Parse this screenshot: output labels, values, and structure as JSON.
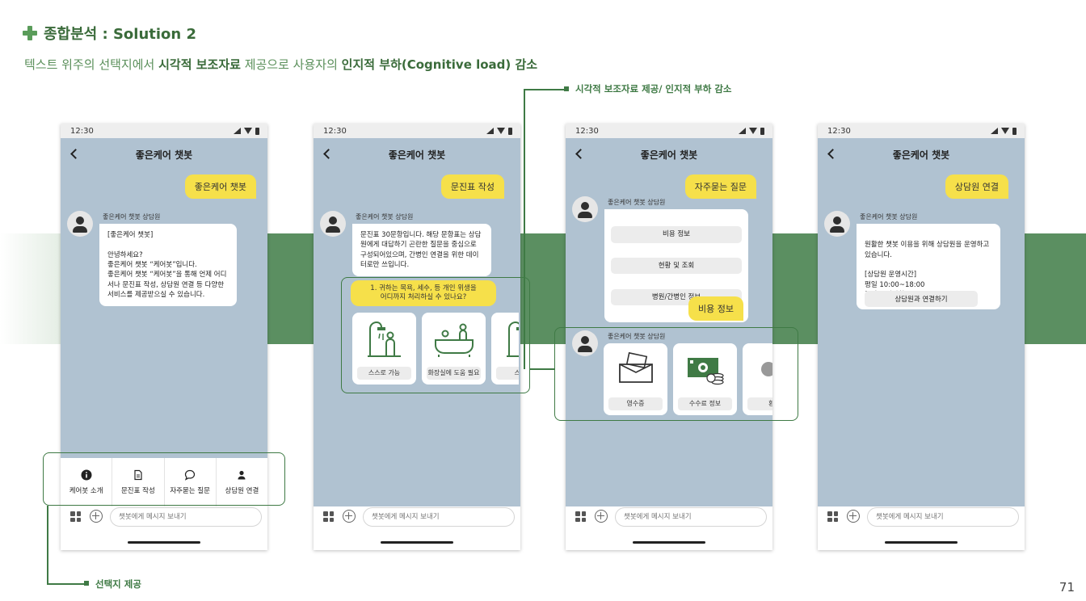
{
  "slide": {
    "title": "종합분석 : Solution 2",
    "subtitle_pre": "텍스트 위주의 선택지에서 ",
    "subtitle_b1": "시각적 보조자료",
    "subtitle_mid": " 제공으로 사용자의 ",
    "subtitle_b2": "인지적 부하",
    "subtitle_b2b": "(Cognitive load) 감소",
    "callout_top": "시각적 보조자료 제공/ 인지적 부하 감소",
    "callout_bottom": "선택지 제공",
    "page_number": "71"
  },
  "common": {
    "time": "12:30",
    "chat_title": "좋은케어 챗봇",
    "agent_name": "좋은케어 챗봇 상담원",
    "input_placeholder": "챗봇에게 메시지 보내기"
  },
  "phone1": {
    "user_msg": "좋은케어 챗봇",
    "bot_msg": "[좋은케어 챗봇]\n\n안녕하세요?\n좋은케어 챗봇 “케어봇”입니다.\n좋은케어 챗봇 “케어봇”을 통해 언제 어디서나 문진표 작성, 상담원 연결 등 다양한 서비스를 제공받으실 수 있습니다.",
    "menu": [
      "케어봇 소개",
      "문진표 작성",
      "자주묻는 질문",
      "상담원 연결"
    ]
  },
  "phone2": {
    "user_msg": "문진표 작성",
    "bot_msg": "문진표 30문항입니다. 해당 문항표는 상담원에게 대답하기 곤란한 질문을 중심으로 구성되어있으며, 간병인 연결을 위한 데이터로만 쓰입니다.",
    "question": "1. 귀하는 목욕, 세수, 등 개인 위생을\n어디까지 처리하실 수 있나요?",
    "cards": [
      "스스로 가능",
      "화장실에 도움 필요",
      "스스로"
    ]
  },
  "phone3": {
    "user_msg": "자주묻는 질문",
    "options": [
      "비용 정보",
      "현황 및 조회",
      "병원/간병인 정보"
    ],
    "user_msg2": "비용 정보",
    "cards": [
      "영수증",
      "수수료 정보",
      "환불"
    ]
  },
  "phone4": {
    "user_msg": "상담원 연결",
    "bot_msg": "원활한 챗봇 이용을 위해 상담원을 운영하고 있습니다.\n\n[상담원 운영시간]\n평일 10:00~18:00\n주말 운영안함",
    "connect_button": "상담원과 연결하기"
  },
  "colors": {
    "accent_green": "#3f7a45",
    "band_green": "#5b8f61",
    "chat_bg": "#b0c2d1",
    "user_bubble": "#f6e04a"
  }
}
